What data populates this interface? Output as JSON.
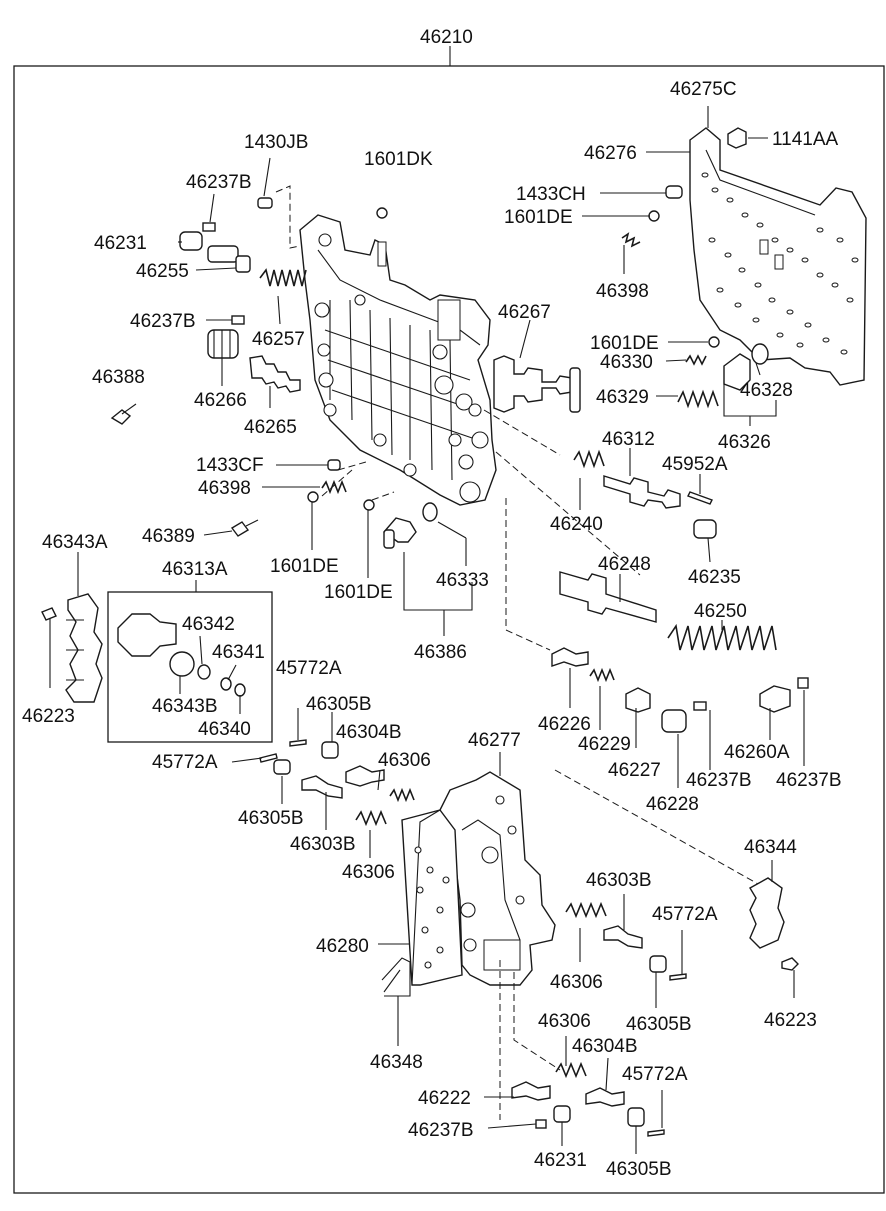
{
  "labels": {
    "l46210": "46210",
    "l46275C": "46275C",
    "l1141AA": "1141AA",
    "l46276": "46276",
    "l1430JB": "1430JB",
    "l1601DK": "1601DK",
    "l46237B_a": "46237B",
    "l1433CH": "1433CH",
    "l1601DE_a": "1601DE",
    "l46231_a": "46231",
    "l46255": "46255",
    "l46398_a": "46398",
    "l46237B_b": "46237B",
    "l46257": "46257",
    "l46267": "46267",
    "l1601DE_b": "1601DE",
    "l46330": "46330",
    "l46388": "46388",
    "l46266": "46266",
    "l46329": "46329",
    "l46328": "46328",
    "l46265": "46265",
    "l46326": "46326",
    "l46312": "46312",
    "l1433CF": "1433CF",
    "l45952A": "45952A",
    "l46398_b": "46398",
    "l46240": "46240",
    "l46389": "46389",
    "l46343A": "46343A",
    "l1601DE_c": "1601DE",
    "l46235": "46235",
    "l46313A": "46313A",
    "l46248": "46248",
    "l46333": "46333",
    "l1601DE_d": "1601DE",
    "l46250": "46250",
    "l46342": "46342",
    "l46386": "46386",
    "l46341": "46341",
    "l45772A_a": "45772A",
    "l46223_a": "46223",
    "l46343B": "46343B",
    "l46305B_a": "46305B",
    "l46226": "46226",
    "l46340": "46340",
    "l46304B_a": "46304B",
    "l46229": "46229",
    "l46260A": "46260A",
    "l46277": "46277",
    "l45772A_b": "45772A",
    "l46306_a": "46306",
    "l46227": "46227",
    "l46237B_c": "46237B",
    "l46237B_d": "46237B",
    "l46228": "46228",
    "l46305B_b": "46305B",
    "l46303B_a": "46303B",
    "l46306_b": "46306",
    "l46344": "46344",
    "l46303B_b": "46303B",
    "l45772A_c": "45772A",
    "l46280": "46280",
    "l46306_c": "46306",
    "l46305B_c": "46305B",
    "l46223_b": "46223",
    "l46348": "46348",
    "l46306_d": "46306",
    "l46304B_b": "46304B",
    "l45772A_d": "45772A",
    "l46222": "46222",
    "l46237B_e": "46237B",
    "l46231_b": "46231",
    "l46305B_d": "46305B"
  }
}
